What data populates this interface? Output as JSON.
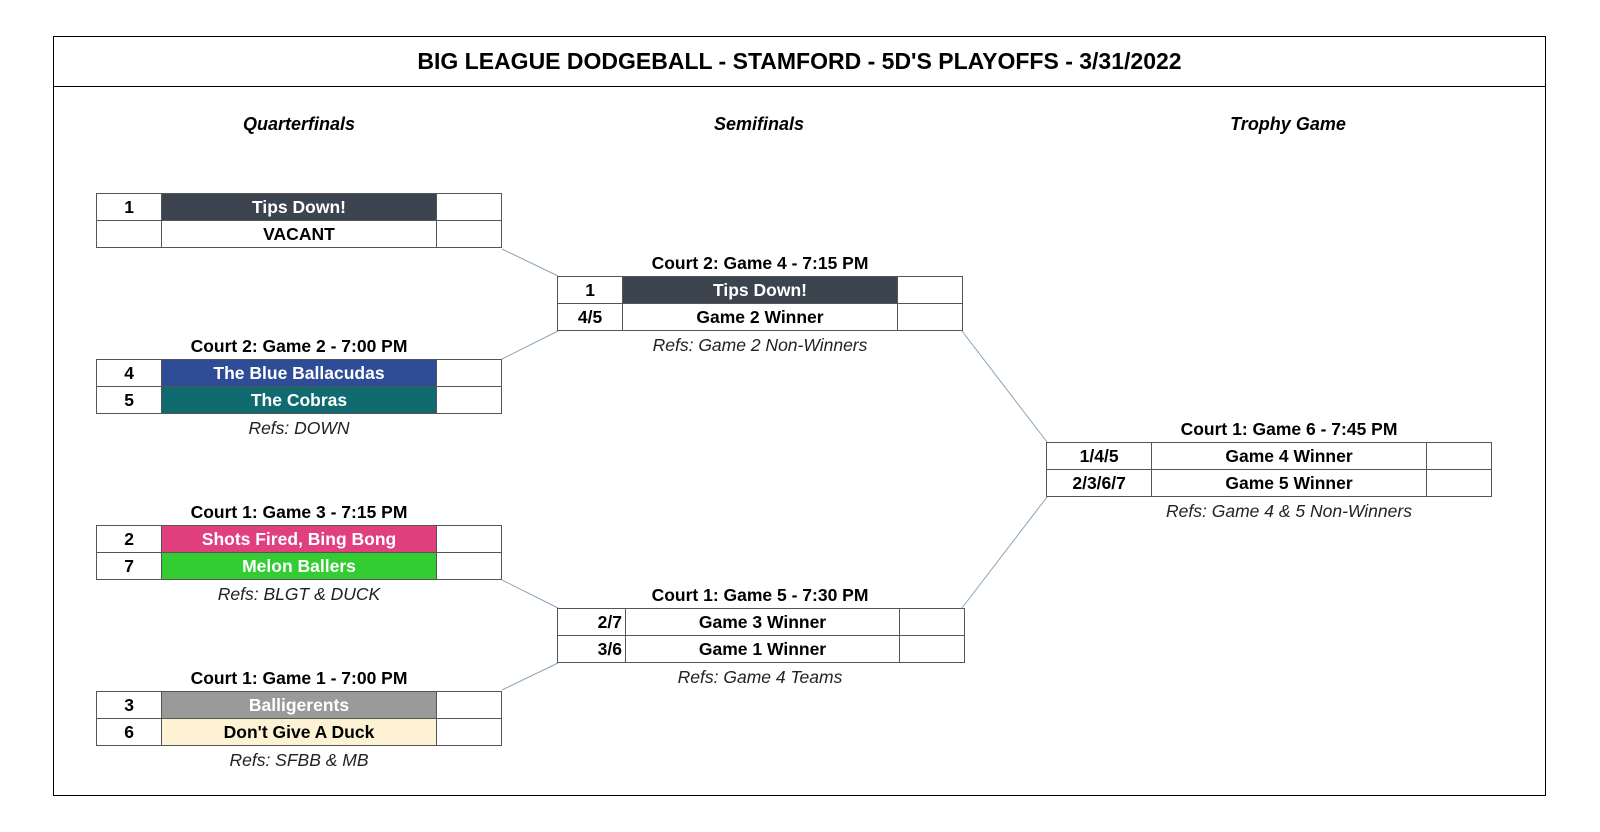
{
  "title": "BIG LEAGUE DODGEBALL - STAMFORD - 5D'S PLAYOFFS - 3/31/2022",
  "rounds": {
    "quarterfinals": "Quarterfinals",
    "semifinals": "Semifinals",
    "trophy": "Trophy Game"
  },
  "colors": {
    "dark_slate": "#3b444f",
    "blue": "#2e4d96",
    "teal": "#0f6b70",
    "pink": "#e0407e",
    "green": "#33cc33",
    "gray": "#9a9a9a",
    "cream": "#fdf3d4",
    "connector": "#8aa3b8"
  },
  "games": {
    "bye": {
      "rows": [
        {
          "seed": "1",
          "team": "Tips Down!",
          "score": ""
        },
        {
          "seed": "",
          "team": "VACANT",
          "score": ""
        }
      ]
    },
    "g2": {
      "header": "Court 2: Game 2 - 7:00 PM",
      "rows": [
        {
          "seed": "4",
          "team": "The Blue Ballacudas",
          "score": ""
        },
        {
          "seed": "5",
          "team": "The Cobras",
          "score": ""
        }
      ],
      "refs": "Refs: DOWN"
    },
    "g3": {
      "header": "Court 1: Game 3 - 7:15 PM",
      "rows": [
        {
          "seed": "2",
          "team": "Shots Fired, Bing Bong",
          "score": ""
        },
        {
          "seed": "7",
          "team": "Melon Ballers",
          "score": ""
        }
      ],
      "refs": "Refs: BLGT & DUCK"
    },
    "g1": {
      "header": "Court 1: Game 1 - 7:00 PM",
      "rows": [
        {
          "seed": "3",
          "team": "Balligerents",
          "score": ""
        },
        {
          "seed": "6",
          "team": "Don't Give A Duck",
          "score": ""
        }
      ],
      "refs": "Refs: SFBB & MB"
    },
    "g4": {
      "header": "Court 2: Game 4 - 7:15 PM",
      "rows": [
        {
          "seed": "1",
          "team": "Tips Down!",
          "score": ""
        },
        {
          "seed": "4/5",
          "team": "Game 2 Winner",
          "score": ""
        }
      ],
      "refs": "Refs: Game 2 Non-Winners"
    },
    "g5": {
      "header": "Court 1: Game 5 - 7:30 PM",
      "rows": [
        {
          "seed": "2/7",
          "team": "Game 3 Winner",
          "score": ""
        },
        {
          "seed": "3/6",
          "team": "Game 1 Winner",
          "score": ""
        }
      ],
      "refs": "Refs: Game 4 Teams"
    },
    "g6": {
      "header": "Court 1: Game 6 - 7:45 PM",
      "rows": [
        {
          "seed": "1/4/5",
          "team": "Game 4 Winner",
          "score": ""
        },
        {
          "seed": "2/3/6/7",
          "team": "Game 5 Winner",
          "score": ""
        }
      ],
      "refs": "Refs: Game 4 & 5 Non-Winners"
    }
  }
}
